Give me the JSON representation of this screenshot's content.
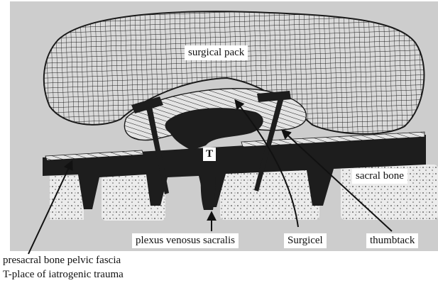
{
  "labels": {
    "surgical_pack": "surgical pack",
    "t_marker": "T",
    "sacral_bone": "sacral bone",
    "plexus": "plexus venosus sacralis",
    "surgicel": "Surgicel",
    "thumbtack": "thumbtack"
  },
  "caption": {
    "line1": "presacral bone pelvic fascia",
    "line2": "T-place of iatrogenic trauma"
  },
  "colors": {
    "ink": "#1a1a1a",
    "photo_bg": "#cfcfcf",
    "paper": "#ffffff"
  }
}
